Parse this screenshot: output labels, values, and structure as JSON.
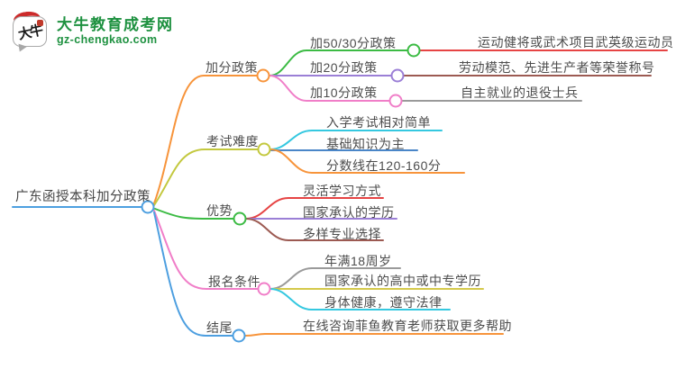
{
  "logo": {
    "mark_text": "大牛",
    "title": "大牛教育成考网",
    "url": "gz-chengkao.com"
  },
  "mindmap": {
    "root": {
      "label": "广东函授本科加分政策",
      "color": "#4d9fe0"
    },
    "branches": [
      {
        "label": "加分政策",
        "color": "#f7943b",
        "children": [
          {
            "label": "加50/30分政策",
            "color": "#3cbb44",
            "children": [
              {
                "label": "运动健将或武术项目武英级运动员",
                "color": "#e64444"
              }
            ]
          },
          {
            "label": "加20分政策",
            "color": "#9b7fd6",
            "children": [
              {
                "label": "劳动模范、先进生产者等荣誉称号",
                "color": "#9c5a52"
              }
            ]
          },
          {
            "label": "加10分政策",
            "color": "#f07ec8",
            "children": [
              {
                "label": "自主就业的退役士兵",
                "color": "#9a9a9a"
              }
            ]
          }
        ]
      },
      {
        "label": "考试难度",
        "color": "#c3c83e",
        "children": [
          {
            "label": "入学考试相对简单",
            "color": "#35c8e0"
          },
          {
            "label": "基础知识为主",
            "color": "#4a86c8"
          },
          {
            "label": "分数线在120-160分",
            "color": "#f7943b"
          }
        ]
      },
      {
        "label": "优势",
        "color": "#3cbb44",
        "children": [
          {
            "label": "灵活学习方式",
            "color": "#e64444"
          },
          {
            "label": "国家承认的学历",
            "color": "#9b7fd6"
          },
          {
            "label": "多样专业选择",
            "color": "#9c5a52"
          }
        ]
      },
      {
        "label": "报名条件",
        "color": "#f07ec8",
        "children": [
          {
            "label": "年满18周岁",
            "color": "#9a9a9a"
          },
          {
            "label": "国家承认的高中或中专学历",
            "color": "#d4c94a"
          },
          {
            "label": "身体健康，遵守法律",
            "color": "#35c8e0"
          }
        ]
      },
      {
        "label": "结尾",
        "color": "#4d9fe0",
        "children": [
          {
            "label": "在线咨询菲鱼教育老师获取更多帮助",
            "color": "#f7943b"
          }
        ]
      }
    ]
  }
}
